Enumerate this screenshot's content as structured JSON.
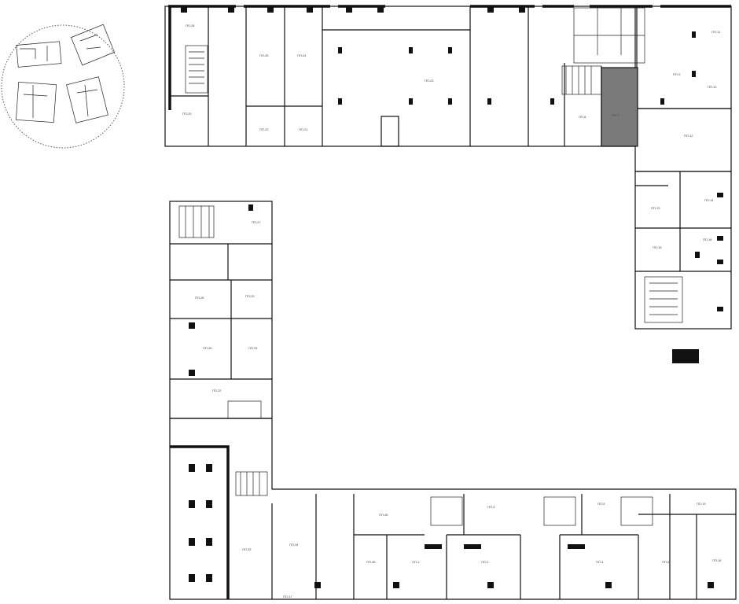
{
  "plan": {
    "highlight_color": "#7a7a7a",
    "wall_color": "#111111",
    "rooms": [
      {
        "id": "r1",
        "label": "ПП-26"
      },
      {
        "id": "r2",
        "label": "ПП-25"
      },
      {
        "id": "r3",
        "label": "ПП-24"
      },
      {
        "id": "r4",
        "label": "ПП-23"
      },
      {
        "id": "r5",
        "label": "ПП-22"
      },
      {
        "id": "r6",
        "label": "ПП-21"
      },
      {
        "id": "r7",
        "label": "ПП-20"
      },
      {
        "id": "r8",
        "label": "ПП-19"
      },
      {
        "id": "r9",
        "label": "ПП-18"
      },
      {
        "id": "r10",
        "label": "ПП-17"
      },
      {
        "id": "r11",
        "label": "ПП-16"
      },
      {
        "id": "r12",
        "label": "ПП-15"
      },
      {
        "id": "r13",
        "label": "ПП-14"
      },
      {
        "id": "r14",
        "label": "ПП-13"
      },
      {
        "id": "r15",
        "label": "ПП-12"
      },
      {
        "id": "r16",
        "label": "ПП-11"
      },
      {
        "id": "r17",
        "label": "ПП-10"
      },
      {
        "id": "r18",
        "label": "ПП-9"
      },
      {
        "id": "r19",
        "label": "ПП-8"
      },
      {
        "id": "r20",
        "label": "ПП-7"
      },
      {
        "id": "r21",
        "label": "ПП-6"
      },
      {
        "id": "r22",
        "label": "ПП-5"
      },
      {
        "id": "r23",
        "label": "ПП-4"
      },
      {
        "id": "r24",
        "label": "ПП-3"
      },
      {
        "id": "r25",
        "label": "ПП-2"
      },
      {
        "id": "r26",
        "label": "ПП-1"
      },
      {
        "id": "r27",
        "label": "ПП-27"
      },
      {
        "id": "r28",
        "label": "ПП-28"
      },
      {
        "id": "r29",
        "label": "ПП-29"
      },
      {
        "id": "r30",
        "label": "ПП-30"
      },
      {
        "id": "r31",
        "label": "ПП-31"
      },
      {
        "id": "r32",
        "label": "ПП-32"
      },
      {
        "id": "r33",
        "label": "ПП-33"
      },
      {
        "id": "r34",
        "label": "ПП-34"
      },
      {
        "id": "r35",
        "label": "ПП-35"
      },
      {
        "id": "r36",
        "label": "ПП-36"
      }
    ],
    "selected_room": "ПП-7"
  }
}
